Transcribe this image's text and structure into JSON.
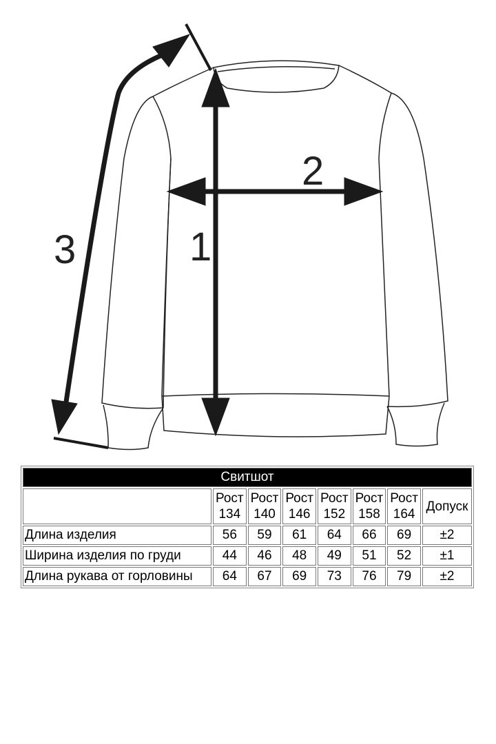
{
  "diagram": {
    "labels": {
      "length": "1",
      "chest": "2",
      "sleeve": "3"
    }
  },
  "table": {
    "title": "Свитшот",
    "columns": [
      {
        "line1": "Рост",
        "line2": "134"
      },
      {
        "line1": "Рост",
        "line2": "140"
      },
      {
        "line1": "Рост",
        "line2": "146"
      },
      {
        "line1": "Рост",
        "line2": "152"
      },
      {
        "line1": "Рост",
        "line2": "158"
      },
      {
        "line1": "Рост",
        "line2": "164"
      }
    ],
    "tolerance_header": "Допуск",
    "rows": [
      {
        "label": "Длина изделия",
        "values": [
          "56",
          "59",
          "61",
          "64",
          "66",
          "69"
        ],
        "tolerance": "±2"
      },
      {
        "label": "Ширина изделия по груди",
        "values": [
          "44",
          "46",
          "48",
          "49",
          "51",
          "52"
        ],
        "tolerance": "±1"
      },
      {
        "label": "Длина рукава от горловины",
        "values": [
          "64",
          "67",
          "69",
          "73",
          "76",
          "79"
        ],
        "tolerance": "±2"
      }
    ]
  }
}
